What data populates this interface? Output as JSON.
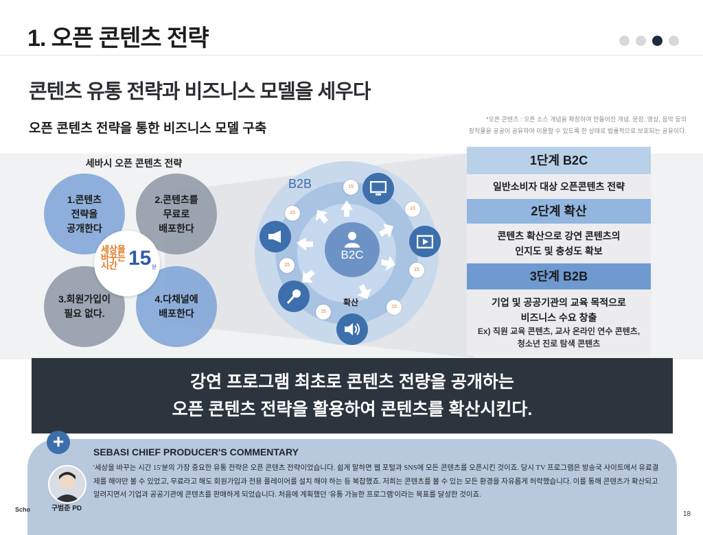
{
  "header": {
    "title": "1. 오픈 콘텐츠 전략",
    "page_dots": 4,
    "active_dot": 3
  },
  "subtitle": "콘텐츠 유통 전략과 비즈니스 모델을 세우다",
  "section_title": "오픈 콘텐츠 전략을 통한 비즈니스 모델 구축",
  "footnote": "*오픈 콘텐츠 : 오픈 소스 개념을 확장하여 만들어진 개념. 문장, 영상, 음악 등의\n창작물을 공공이 공유하여 이용할 수 있도록 한 상태로 법률적으로 보호되는 공유이다.",
  "venn": {
    "label": "세바시 오픈 콘텐츠 전략",
    "circles": [
      "1.콘텐츠\n전략을\n공개한다",
      "2.콘텐츠를\n무료로\n배포한다",
      "3.회원가입이\n필요 없다.",
      "4.다채널에\n배포한다"
    ],
    "logo_text": "세상을\n바꾸는\n시간",
    "logo_number": "15",
    "logo_unit": "분"
  },
  "wheel": {
    "outer_label": "B2B",
    "center_label": "B2C",
    "diffuse_label": "확산",
    "badge_text": "15",
    "icons": [
      "monitor-icon",
      "film-icon",
      "speaker-icon",
      "microphone-icon",
      "megaphone-icon"
    ]
  },
  "stages": [
    {
      "heading": "1단계 B2C",
      "desc": "일반소비자 대상 오픈콘텐츠 전략"
    },
    {
      "heading": "2단계 확산",
      "desc": "콘텐츠 확산으로 강연 콘텐츠의\n인지도 및 충성도 확보"
    },
    {
      "heading": "3단계 B2B",
      "desc": "기업 및 공공기관의 교육 목적으로\n비즈니스 수요 창출",
      "example": "Ex) 직원 교육 콘텐츠, 교사 온라인 연수 콘텐츠,\n청소년 진로 탐색 콘텐츠"
    }
  ],
  "banner": {
    "line1": "강연 프로그램 최초로 콘텐츠 전량을 공개하는",
    "line2": "오픈 콘텐츠 전략을 활용하여 콘텐츠를 확산시킨다."
  },
  "commentary": {
    "title": "SEBASI CHIEF PRODUCER'S COMMENTARY",
    "body": "'세상을 바꾸는 시간 15'분의 가장 중요한 유통 전략은 오픈 콘텐츠 전략이었습니다. 쉽게 말하면 웹 포털과 SNS에 모든 콘텐츠를 오픈시킨 것이죠. 당시 TV 프로그램은 방송국 사이트에서 유료결제를 해야만 볼 수 있었고, 무료라고 해도 회원가입과 전용 플레이어를 설치 해야 하는 등 복잡했죠. 저희는 콘텐츠를 볼 수 있는 모든 환경을 자유롭게 허락했습니다. 이를 통해 콘텐츠가 확산되고 알려지면서 기업과 공공기관에 콘텐츠를 판매하게 되었습니다. 처음에 계획했던 '유통 가능한 프로그램'이라는 목표를 달성한 것이죠.",
    "author": "구범준 PD",
    "plus_label": "+"
  },
  "footer": {
    "left": "Scho",
    "page": "18"
  },
  "colors": {
    "accent": "#3e6fad",
    "banner_bg": "#2c353d",
    "stage_light": "#b9d0e9",
    "stage_mid": "#92b6e0",
    "stage_dark": "#6f99d1",
    "commentary_bg": "#b8c9dd"
  }
}
